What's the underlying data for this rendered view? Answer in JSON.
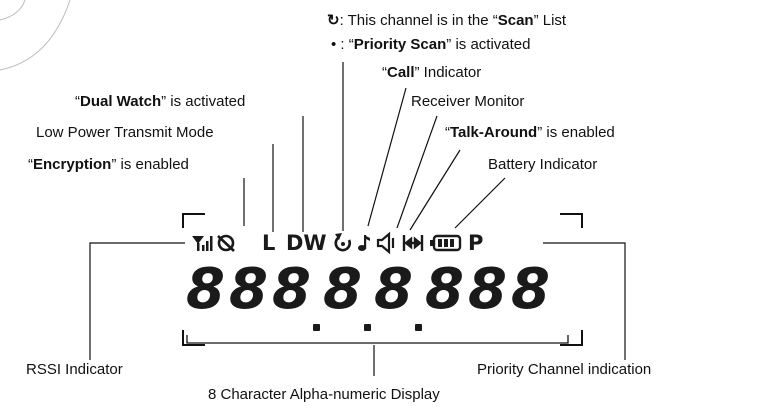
{
  "annotations": {
    "scan_symbol": "↻",
    "scan_pre": ": This channel is in the “",
    "scan_bold": "Scan",
    "scan_post": "” List",
    "priority_pre": "• : “",
    "priority_bold": "Priority Scan",
    "priority_post": "” is activated",
    "call_pre": "“",
    "call_bold": "Call",
    "call_post": "” Indicator",
    "receiver_monitor": "Receiver Monitor",
    "dual_pre": "“",
    "dual_bold": "Dual Watch",
    "dual_post": "” is activated",
    "talk_pre": "“",
    "talk_bold": "Talk-Around",
    "talk_post": "” is enabled",
    "low_power": "Low Power Transmit Mode",
    "battery": "Battery Indicator",
    "enc_pre": "“",
    "enc_bold": "Encryption",
    "enc_post": "” is enabled",
    "rssi": "RSSI Indicator",
    "priority_channel": "Priority Channel indication",
    "alphanumeric": "8 Character Alpha-numeric Display"
  },
  "lcd": {
    "power_low": "L",
    "dual_watch": "DW",
    "priority_p": "P",
    "segments": "88888888"
  }
}
